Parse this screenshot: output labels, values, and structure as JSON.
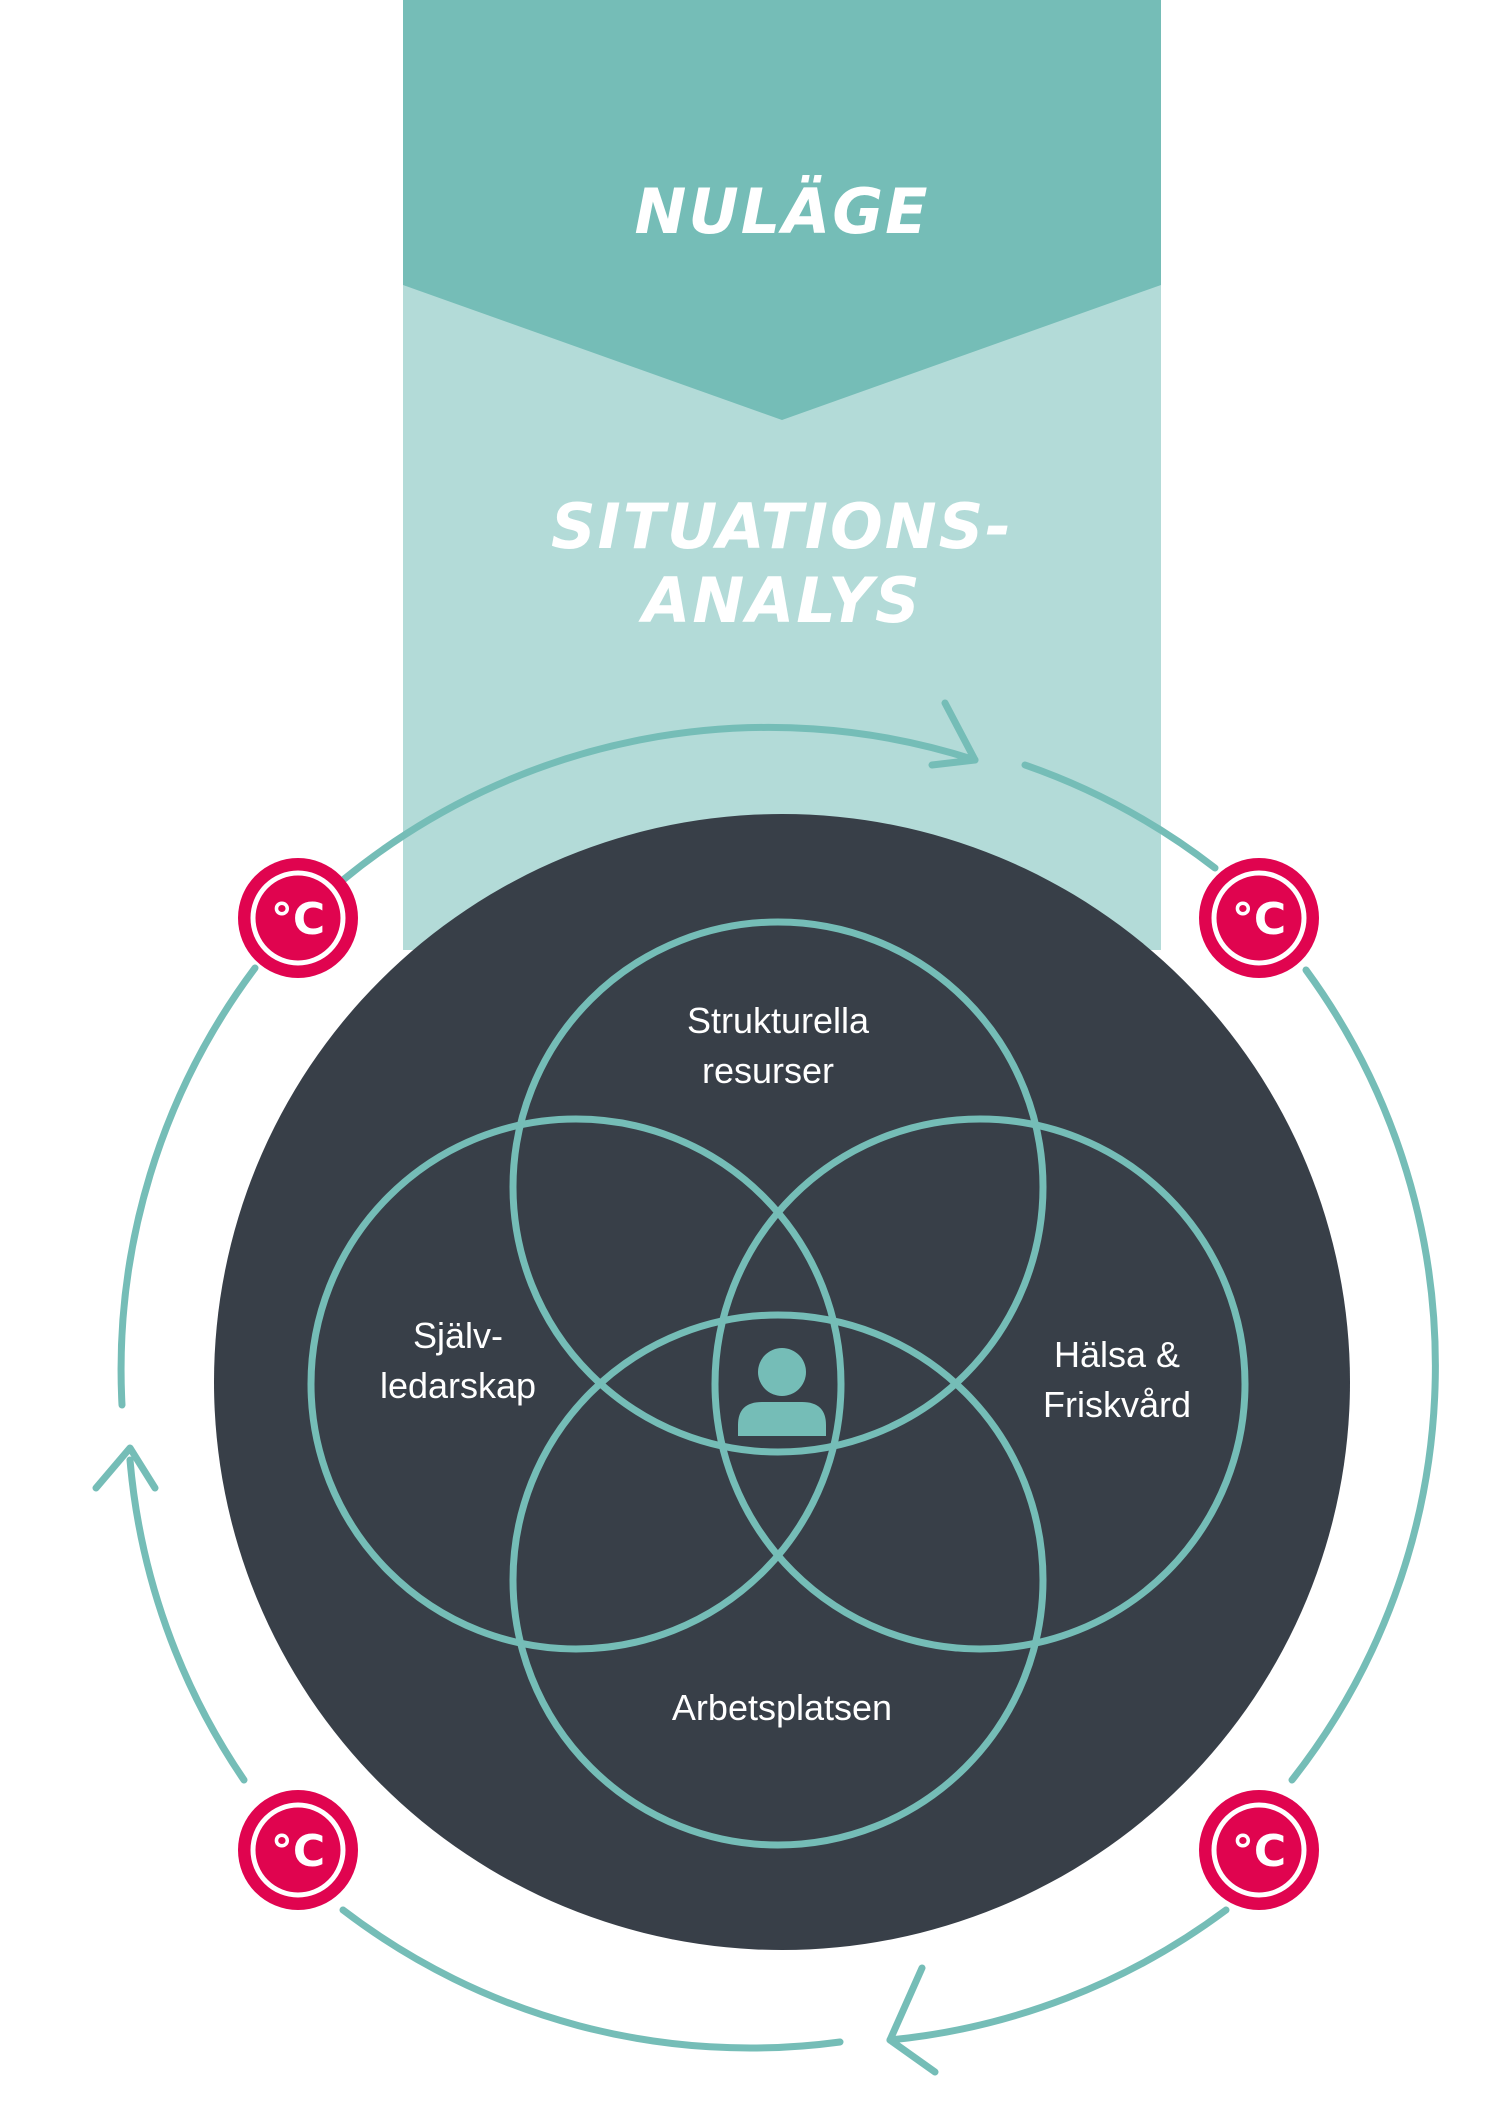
{
  "banner": {
    "top_label": "NULÄGE",
    "bottom_line1": "SITUATIONS-",
    "bottom_line2": "ANALYS"
  },
  "venn": {
    "top_line1": "Strukturella",
    "top_line2": "resurser",
    "left_line1": "Själv-",
    "left_line2": "ledarskap",
    "right_line1": "Hälsa &",
    "right_line2": "Friskvård",
    "bottom": "Arbetsplatsen",
    "center_icon": "person-icon"
  },
  "badges": {
    "symbol": "°C",
    "icon": "temperature-icon"
  },
  "colors": {
    "teal_dark": "#75bdb7",
    "teal_light": "#b3dbd8",
    "dark_circle": "#383f48",
    "ring_teal": "#75bdb7",
    "badge_red": "#e0044f"
  }
}
